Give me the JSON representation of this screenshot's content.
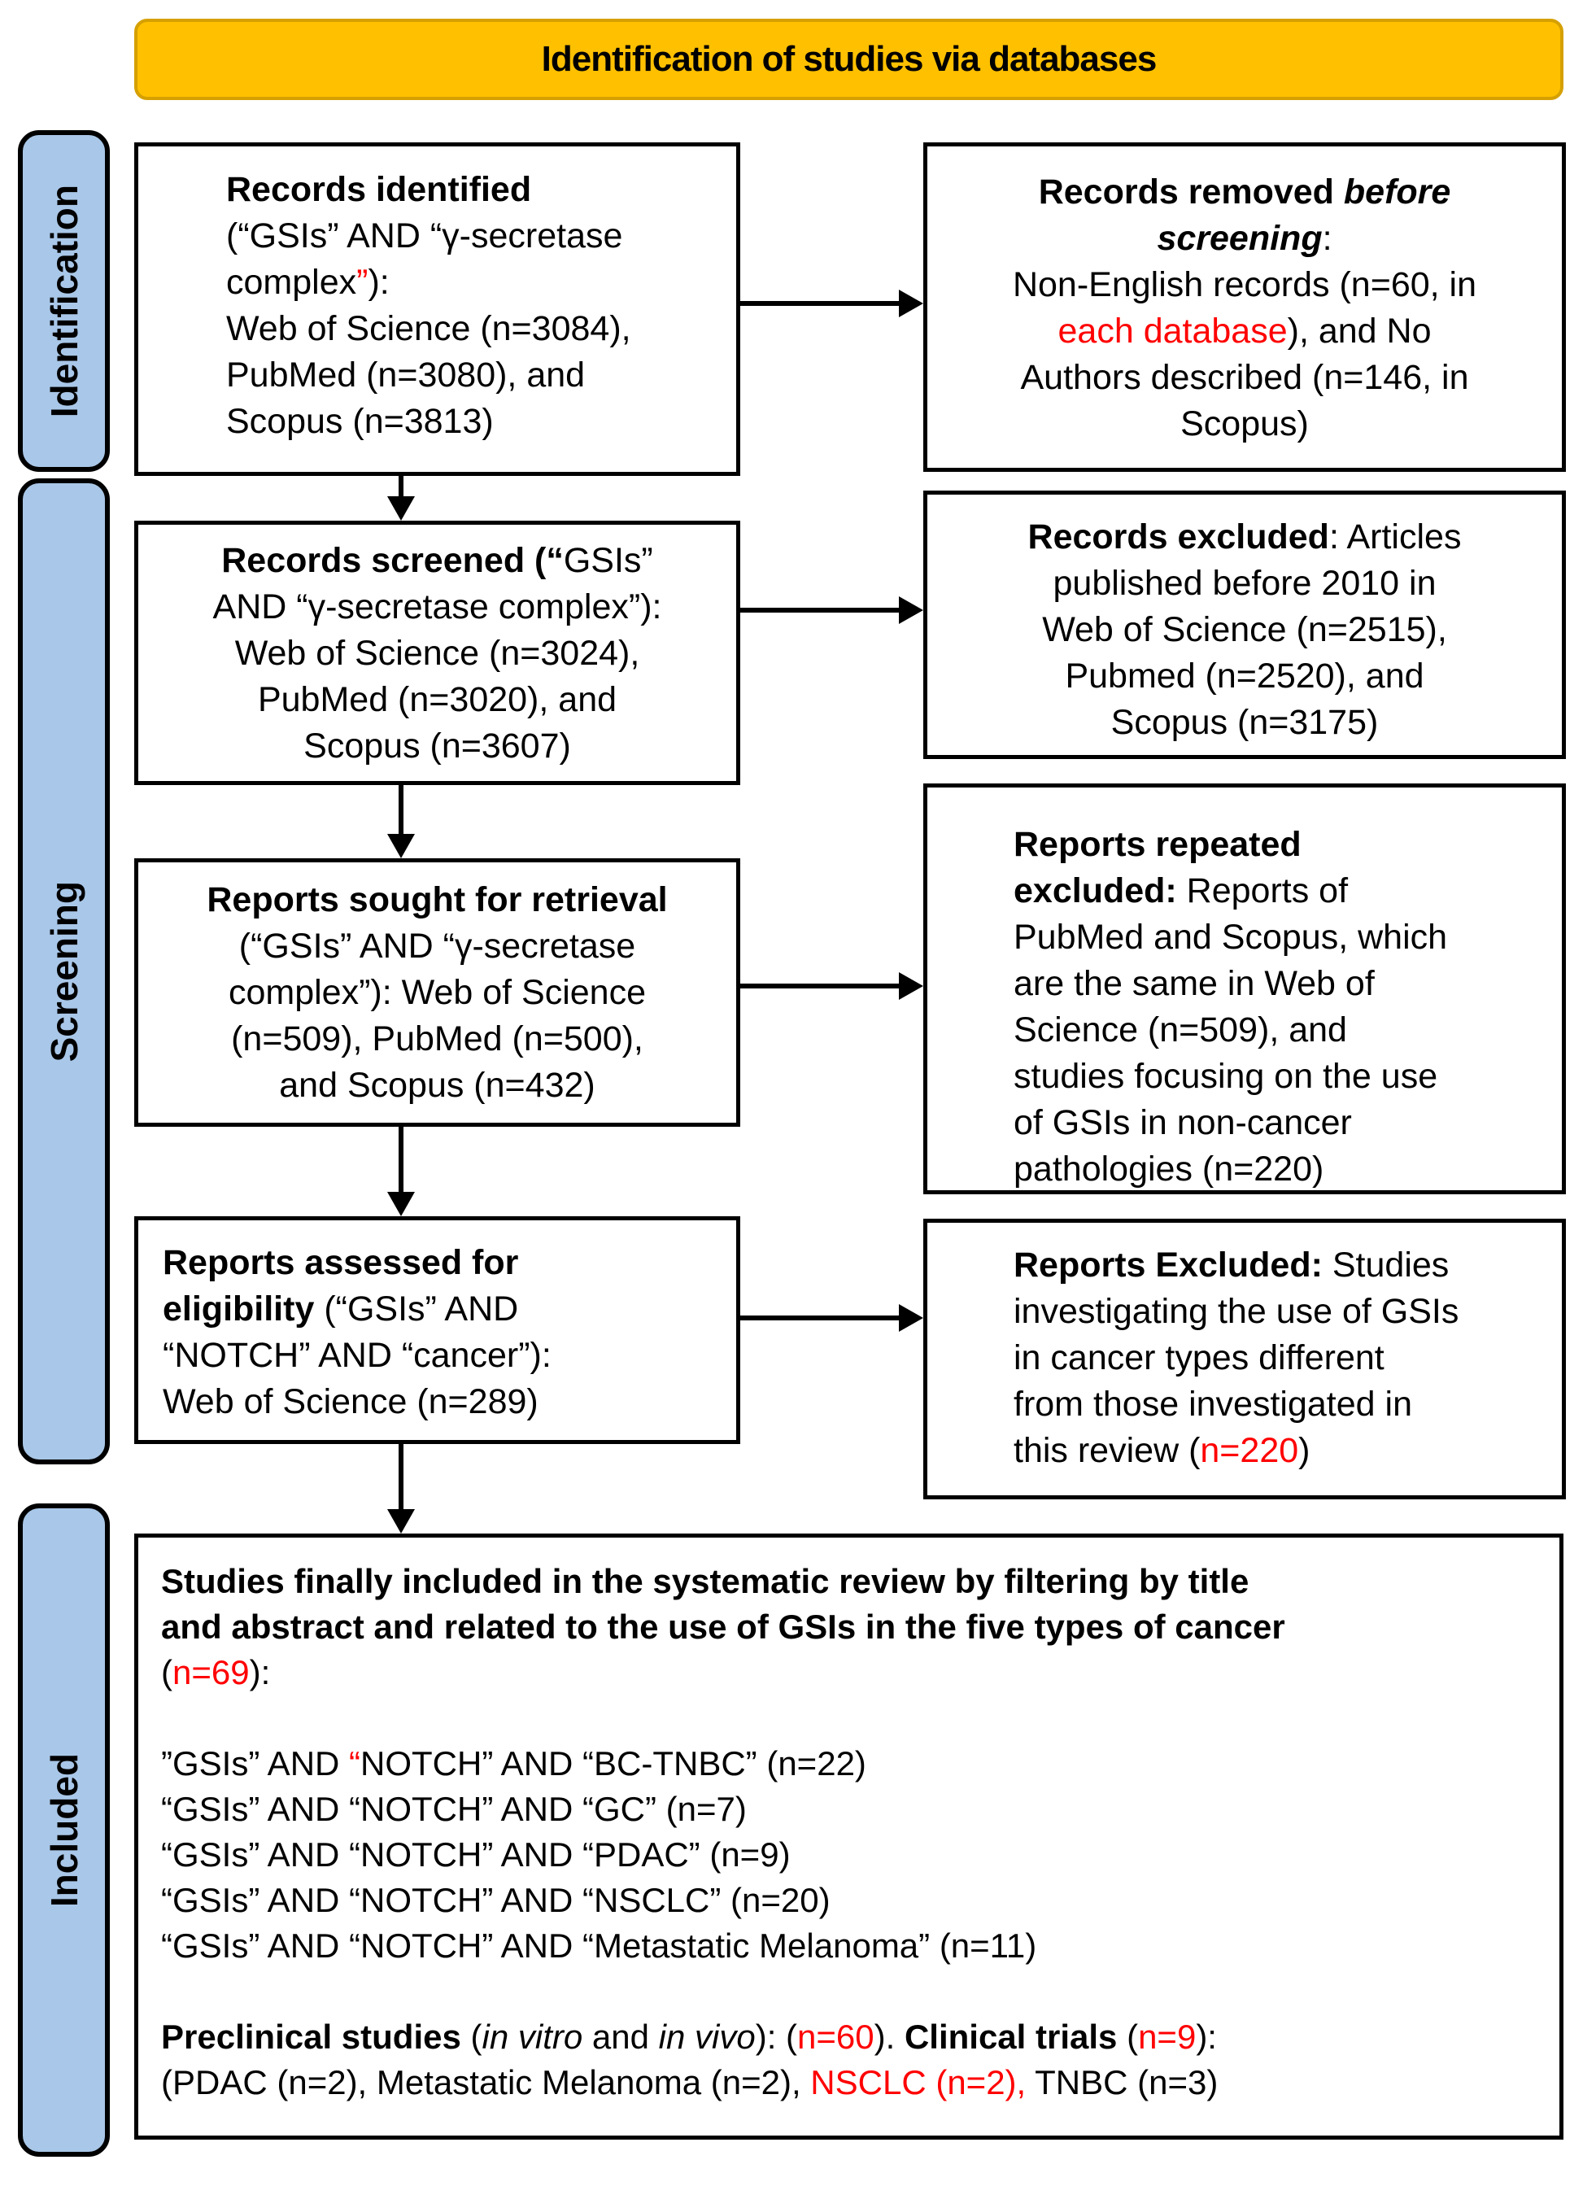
{
  "banner": {
    "title": "Identification of studies via databases"
  },
  "sidebar": {
    "identification": "Identification",
    "screening": "Screening",
    "included": "Included"
  },
  "colors": {
    "banner_fill": "#FFC000",
    "banner_border": "#D5A000",
    "tab_fill": "#A9C7E8",
    "red": "#FF0000"
  },
  "boxes": {
    "records_identified": {
      "segments": [
        {
          "t": "Records identified",
          "b": 1
        },
        {
          "t": "\n(“GSIs” AND “γ-secretase\ncomplex"
        },
        {
          "t": "”",
          "r": 1
        },
        {
          "t": "):\nWeb of Science (n=3084),\nPubMed (n=3080), and\nScopus (n=3813)"
        }
      ]
    },
    "records_removed": {
      "segments": [
        {
          "t": "Records removed ",
          "b": 1
        },
        {
          "t": "before\nscreening",
          "b": 1,
          "i": 1
        },
        {
          "t": ":\nNon-English records (n=60, in\n"
        },
        {
          "t": "each database",
          "r": 1
        },
        {
          "t": "), and No\nAuthors described (n=146, in\nScopus)"
        }
      ]
    },
    "records_screened": {
      "segments": [
        {
          "t": "Records screened (“",
          "b": 1
        },
        {
          "t": "GSIs”\nAND “γ-secretase complex”):\nWeb of Science (n=3024),\nPubMed (n=3020), and\nScopus (n=3607)"
        }
      ]
    },
    "records_excluded": {
      "segments": [
        {
          "t": "Records excluded",
          "b": 1
        },
        {
          "t": ": Articles\npublished before 2010 in\nWeb of Science (n=2515),\nPubmed (n=2520), and\nScopus (n=3175)"
        }
      ]
    },
    "reports_sought": {
      "segments": [
        {
          "t": "Reports sought for retrieval",
          "b": 1
        },
        {
          "t": "\n(“GSIs” AND “γ-secretase\ncomplex”): Web of Science\n(n=509), PubMed (n=500),\nand Scopus (n=432)"
        }
      ]
    },
    "reports_repeated": {
      "segments": [
        {
          "t": "Reports repeated\nexcluded: ",
          "b": 1
        },
        {
          "t": "Reports of\nPubMed and Scopus, which\nare the same in Web of\nScience (n=509), and\nstudies focusing on the use\nof GSIs in non-cancer\npathologies (n=220)"
        }
      ]
    },
    "reports_assessed": {
      "segments": [
        {
          "t": "Reports assessed for\neligibility ",
          "b": 1
        },
        {
          "t": "(“GSIs” AND\n“NOTCH” AND “cancer”):\nWeb of Science (n=289)"
        }
      ]
    },
    "reports_excluded": {
      "segments": [
        {
          "t": "Reports Excluded: ",
          "b": 1
        },
        {
          "t": "Studies\ninvestigating the use of GSIs\nin cancer types different\nfrom those investigated in\nthis review ("
        },
        {
          "t": "n=220",
          "r": 1
        },
        {
          "t": ")"
        }
      ]
    },
    "studies_included": {
      "segments": [
        {
          "t": "Studies finally included in the systematic review by filtering by title\nand abstract and related to the use of GSIs in the five types of cancer\n",
          "b": 1
        },
        {
          "t": "("
        },
        {
          "t": "n=69",
          "r": 1
        },
        {
          "t": "):\n\n”GSIs” AND "
        },
        {
          "t": "“",
          "r": 1
        },
        {
          "t": "NOTCH” AND “BC-TNBC” (n=22)\n“GSIs” AND “NOTCH” AND “GC” (n=7)\n“GSIs” AND “NOTCH” AND “PDAC” (n=9)\n“GSIs” AND “NOTCH” AND “NSCLC” (n=20)\n“GSIs” AND “NOTCH” AND “Metastatic Melanoma” (n=11)\n\n"
        },
        {
          "t": "Preclinical studies ",
          "b": 1
        },
        {
          "t": "("
        },
        {
          "t": "in vitro",
          "i": 1
        },
        {
          "t": " and "
        },
        {
          "t": "in vivo",
          "i": 1
        },
        {
          "t": "): ("
        },
        {
          "t": "n=60",
          "r": 1
        },
        {
          "t": "). "
        },
        {
          "t": "Clinical trials ",
          "b": 1
        },
        {
          "t": "("
        },
        {
          "t": "n=9",
          "r": 1
        },
        {
          "t": "):\n(PDAC (n=2), Metastatic Melanoma (n=2), "
        },
        {
          "t": "NSCLC (n=2),",
          "r": 1
        },
        {
          "t": " TNBC (n=3)"
        }
      ]
    }
  }
}
